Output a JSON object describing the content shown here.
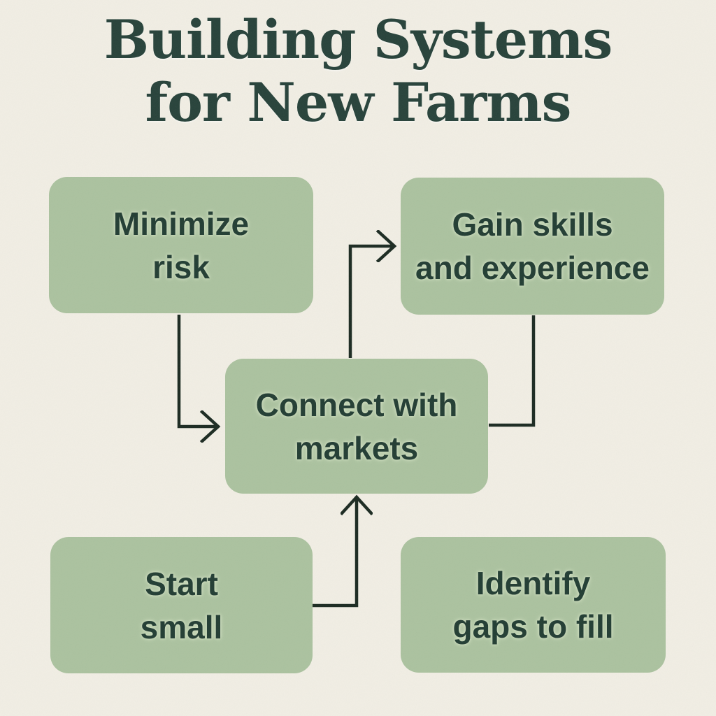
{
  "title": {
    "line1": "Building Systems",
    "line2": "for New Farms"
  },
  "nodes": {
    "minimize_risk": {
      "line1": "Minimize",
      "line2": "risk"
    },
    "gain_skills": {
      "line1": "Gain skills",
      "line2": "and experience"
    },
    "connect_markets": {
      "line1": "Connect with",
      "line2": "markets"
    },
    "start_small": {
      "line1": "Start",
      "line2": "small"
    },
    "identify_gaps": {
      "line1": "Identify",
      "line2": "gaps to fill"
    }
  },
  "edges": [
    {
      "from": "minimize_risk",
      "to": "connect_markets",
      "arrowhead": true
    },
    {
      "from": "connect_markets",
      "to": "gain_skills",
      "arrowhead": true
    },
    {
      "from": "gain_skills",
      "to": "connect_markets",
      "arrowhead": false
    },
    {
      "from": "start_small",
      "to": "connect_markets",
      "arrowhead": true
    }
  ],
  "colors": {
    "background": "#f1eee4",
    "box_fill": "#abc29f",
    "title_text": "#27423a",
    "box_text": "#223d33",
    "connector": "#1b2a21",
    "text_halo": "#d4e2c4"
  }
}
